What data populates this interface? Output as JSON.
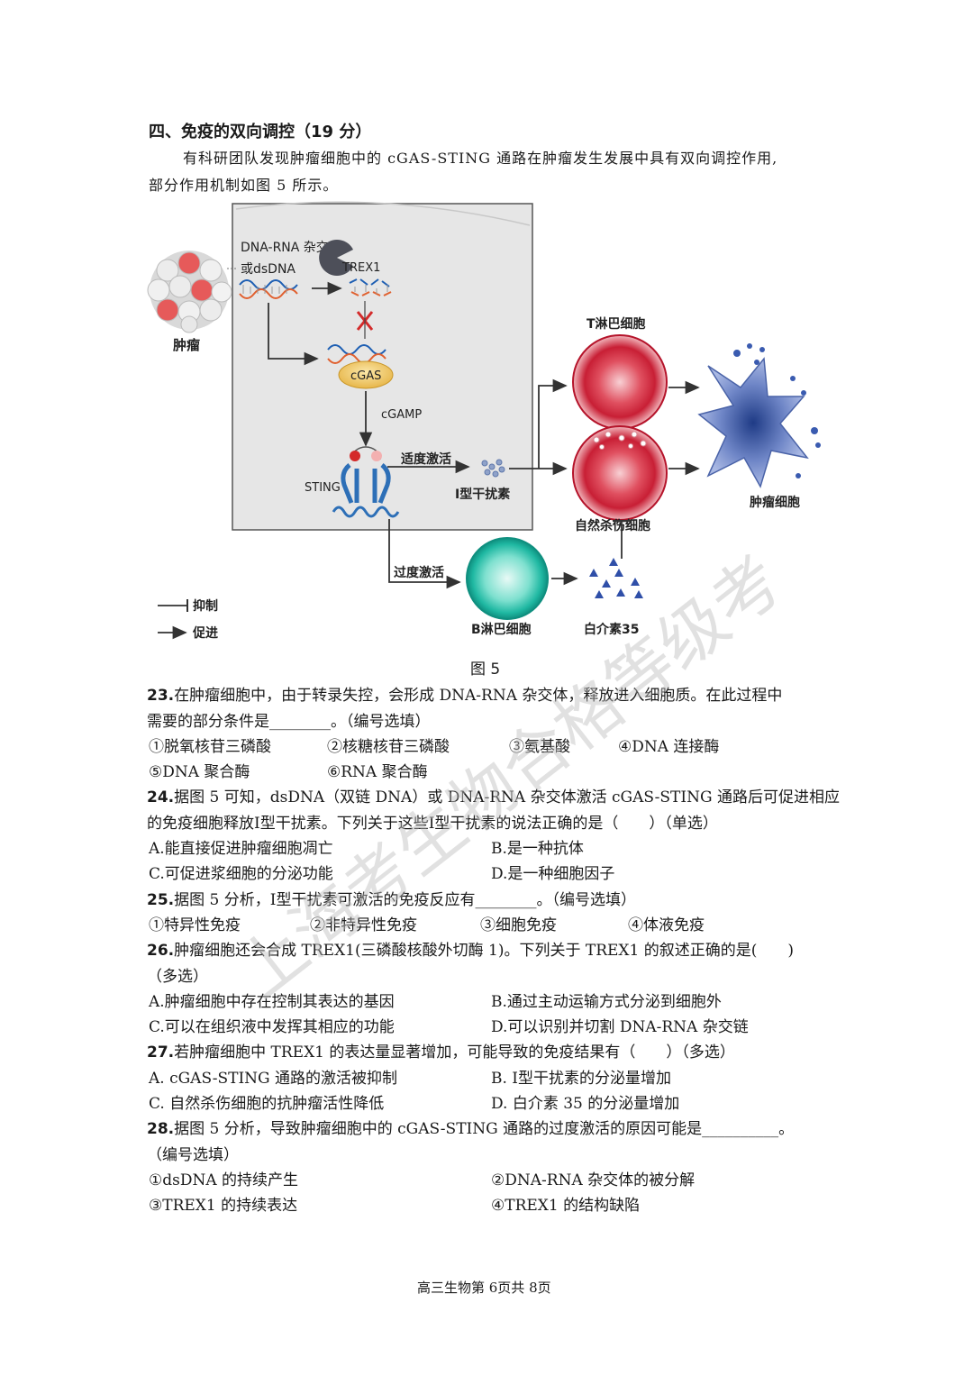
{
  "section": {
    "title": "四、免疫的双向调控（19 分）",
    "intro_line1": "有科研团队发现肿瘤细胞中的 cGAS-STING 通路在肿瘤发生发展中具有双向调控作用,",
    "intro_line2": "部分作用机制如图 5 所示。"
  },
  "figure": {
    "caption": "图 5",
    "labels": {
      "hybrid_line1": "DNA-RNA 杂交体",
      "hybrid_line2": "或dsDNA",
      "trex1": "TREX1",
      "tumor": "肿瘤",
      "cgas": "cGAS",
      "cgamp": "cGAMP",
      "sting": "STING",
      "moderate": "适度激活",
      "interferon": "Ⅰ型干扰素",
      "excessive": "过度激活",
      "t_cell": "T淋巴细胞",
      "nk_cell": "自然杀伤细胞",
      "tumor_cell": "肿瘤细胞",
      "b_cell": "B淋巴细胞",
      "il35": "白介素35",
      "legend_inhibit": "抑制",
      "legend_promote": "促进"
    },
    "watermark": "上海考生物合格等级考"
  },
  "questions": [
    {
      "num": "23.",
      "lines": [
        "在肿瘤细胞中，由于转录失控，会形成 DNA-RNA 杂交体，释放进入细胞质。在此过程中",
        "需要的部分条件是________。（编号选填）"
      ],
      "options": [
        "①脱氧核苷三磷酸",
        "②核糖核苷三磷酸",
        "③氨基酸",
        "④DNA 连接酶",
        "⑤DNA 聚合酶",
        "⑥RNA 聚合酶"
      ]
    },
    {
      "num": "24.",
      "lines": [
        "据图 5 可知，dsDNA（双链 DNA）或 DNA-RNA 杂交体激活 cGAS-STING 通路后可促进相应",
        "的免疫细胞释放Ⅰ型干扰素。下列关于这些Ⅰ型干扰素的说法正确的是（　　）（单选）"
      ],
      "options": [
        "A.能直接促进肿瘤细胞凋亡",
        "B.是一种抗体",
        "C.可促进浆细胞的分泌功能",
        "D.是一种细胞因子"
      ]
    },
    {
      "num": "25.",
      "lines": [
        "据图 5 分析，Ⅰ型干扰素可激活的免疫反应有________。（编号选填）"
      ],
      "options": [
        "①特异性免疫",
        "②非特异性免疫",
        "③细胞免疫",
        "④体液免疫"
      ]
    },
    {
      "num": "26.",
      "lines": [
        "肿瘤细胞还会合成 TREX1(三磷酸核酸外切酶 1)。下列关于 TREX1 的叙述正确的是(　　)",
        "（多选）"
      ],
      "options": [
        "A.肿瘤细胞中存在控制其表达的基因",
        "B.通过主动运输方式分泌到细胞外",
        "C.可以在组织液中发挥其相应的功能",
        "D.可以识别并切割 DNA-RNA 杂交链"
      ]
    },
    {
      "num": "27.",
      "lines": [
        "若肿瘤细胞中 TREX1 的表达量显著增加，可能导致的免疫结果有（　　）（多选）"
      ],
      "options": [
        "A.  cGAS-STING 通路的激活被抑制",
        "B.  Ⅰ型干扰素的分泌量增加",
        "C.  自然杀伤细胞的抗肿瘤活性降低",
        "D.  白介素 35 的分泌量增加"
      ]
    },
    {
      "num": "28.",
      "lines": [
        "据图 5 分析，导致肿瘤细胞中的 cGAS-STING 通路的过度激活的原因可能是__________。",
        "（编号选填）"
      ],
      "options": [
        "①dsDNA 的持续产生",
        "②DNA-RNA 杂交体的被分解",
        "③TREX1 的持续表达",
        "④TREX1 的结构缺陷"
      ]
    }
  ],
  "footer": "高三生物第 6页共 8页"
}
